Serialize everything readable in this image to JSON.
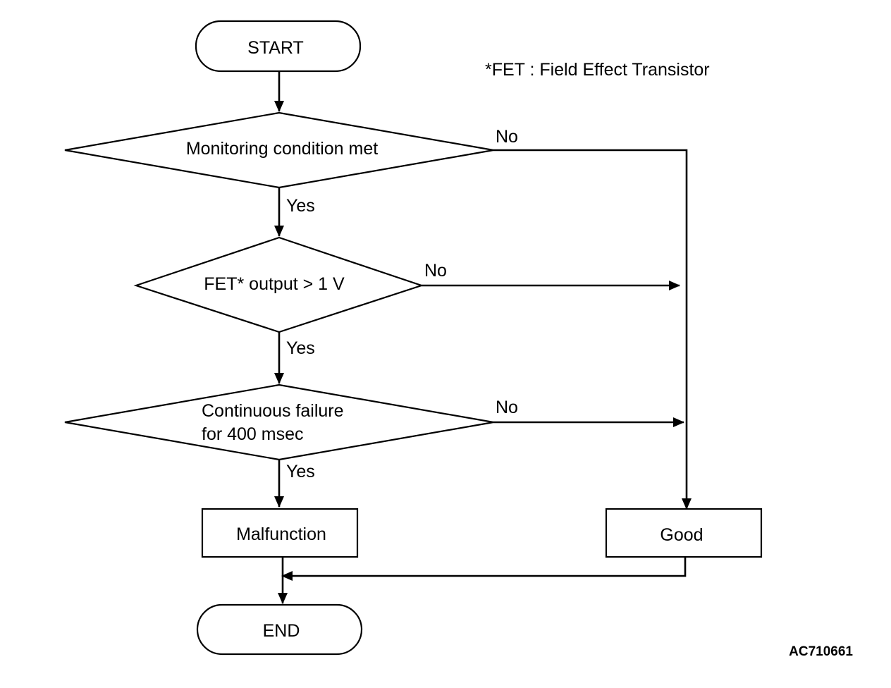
{
  "diagram": {
    "note": "*FET : Field Effect Transistor",
    "figure_code": "AC710661",
    "nodes": {
      "start": "START",
      "decision1": "Monitoring condition met",
      "decision2": "FET* output > 1 V",
      "decision3_line1": "Continuous failure",
      "decision3_line2": "for 400 msec",
      "malfunction": "Malfunction",
      "good": "Good",
      "end": "END"
    },
    "branch_labels": {
      "d1_no": "No",
      "d1_yes": "Yes",
      "d2_no": "No",
      "d2_yes": "Yes",
      "d3_no": "No",
      "d3_yes": "Yes"
    }
  }
}
